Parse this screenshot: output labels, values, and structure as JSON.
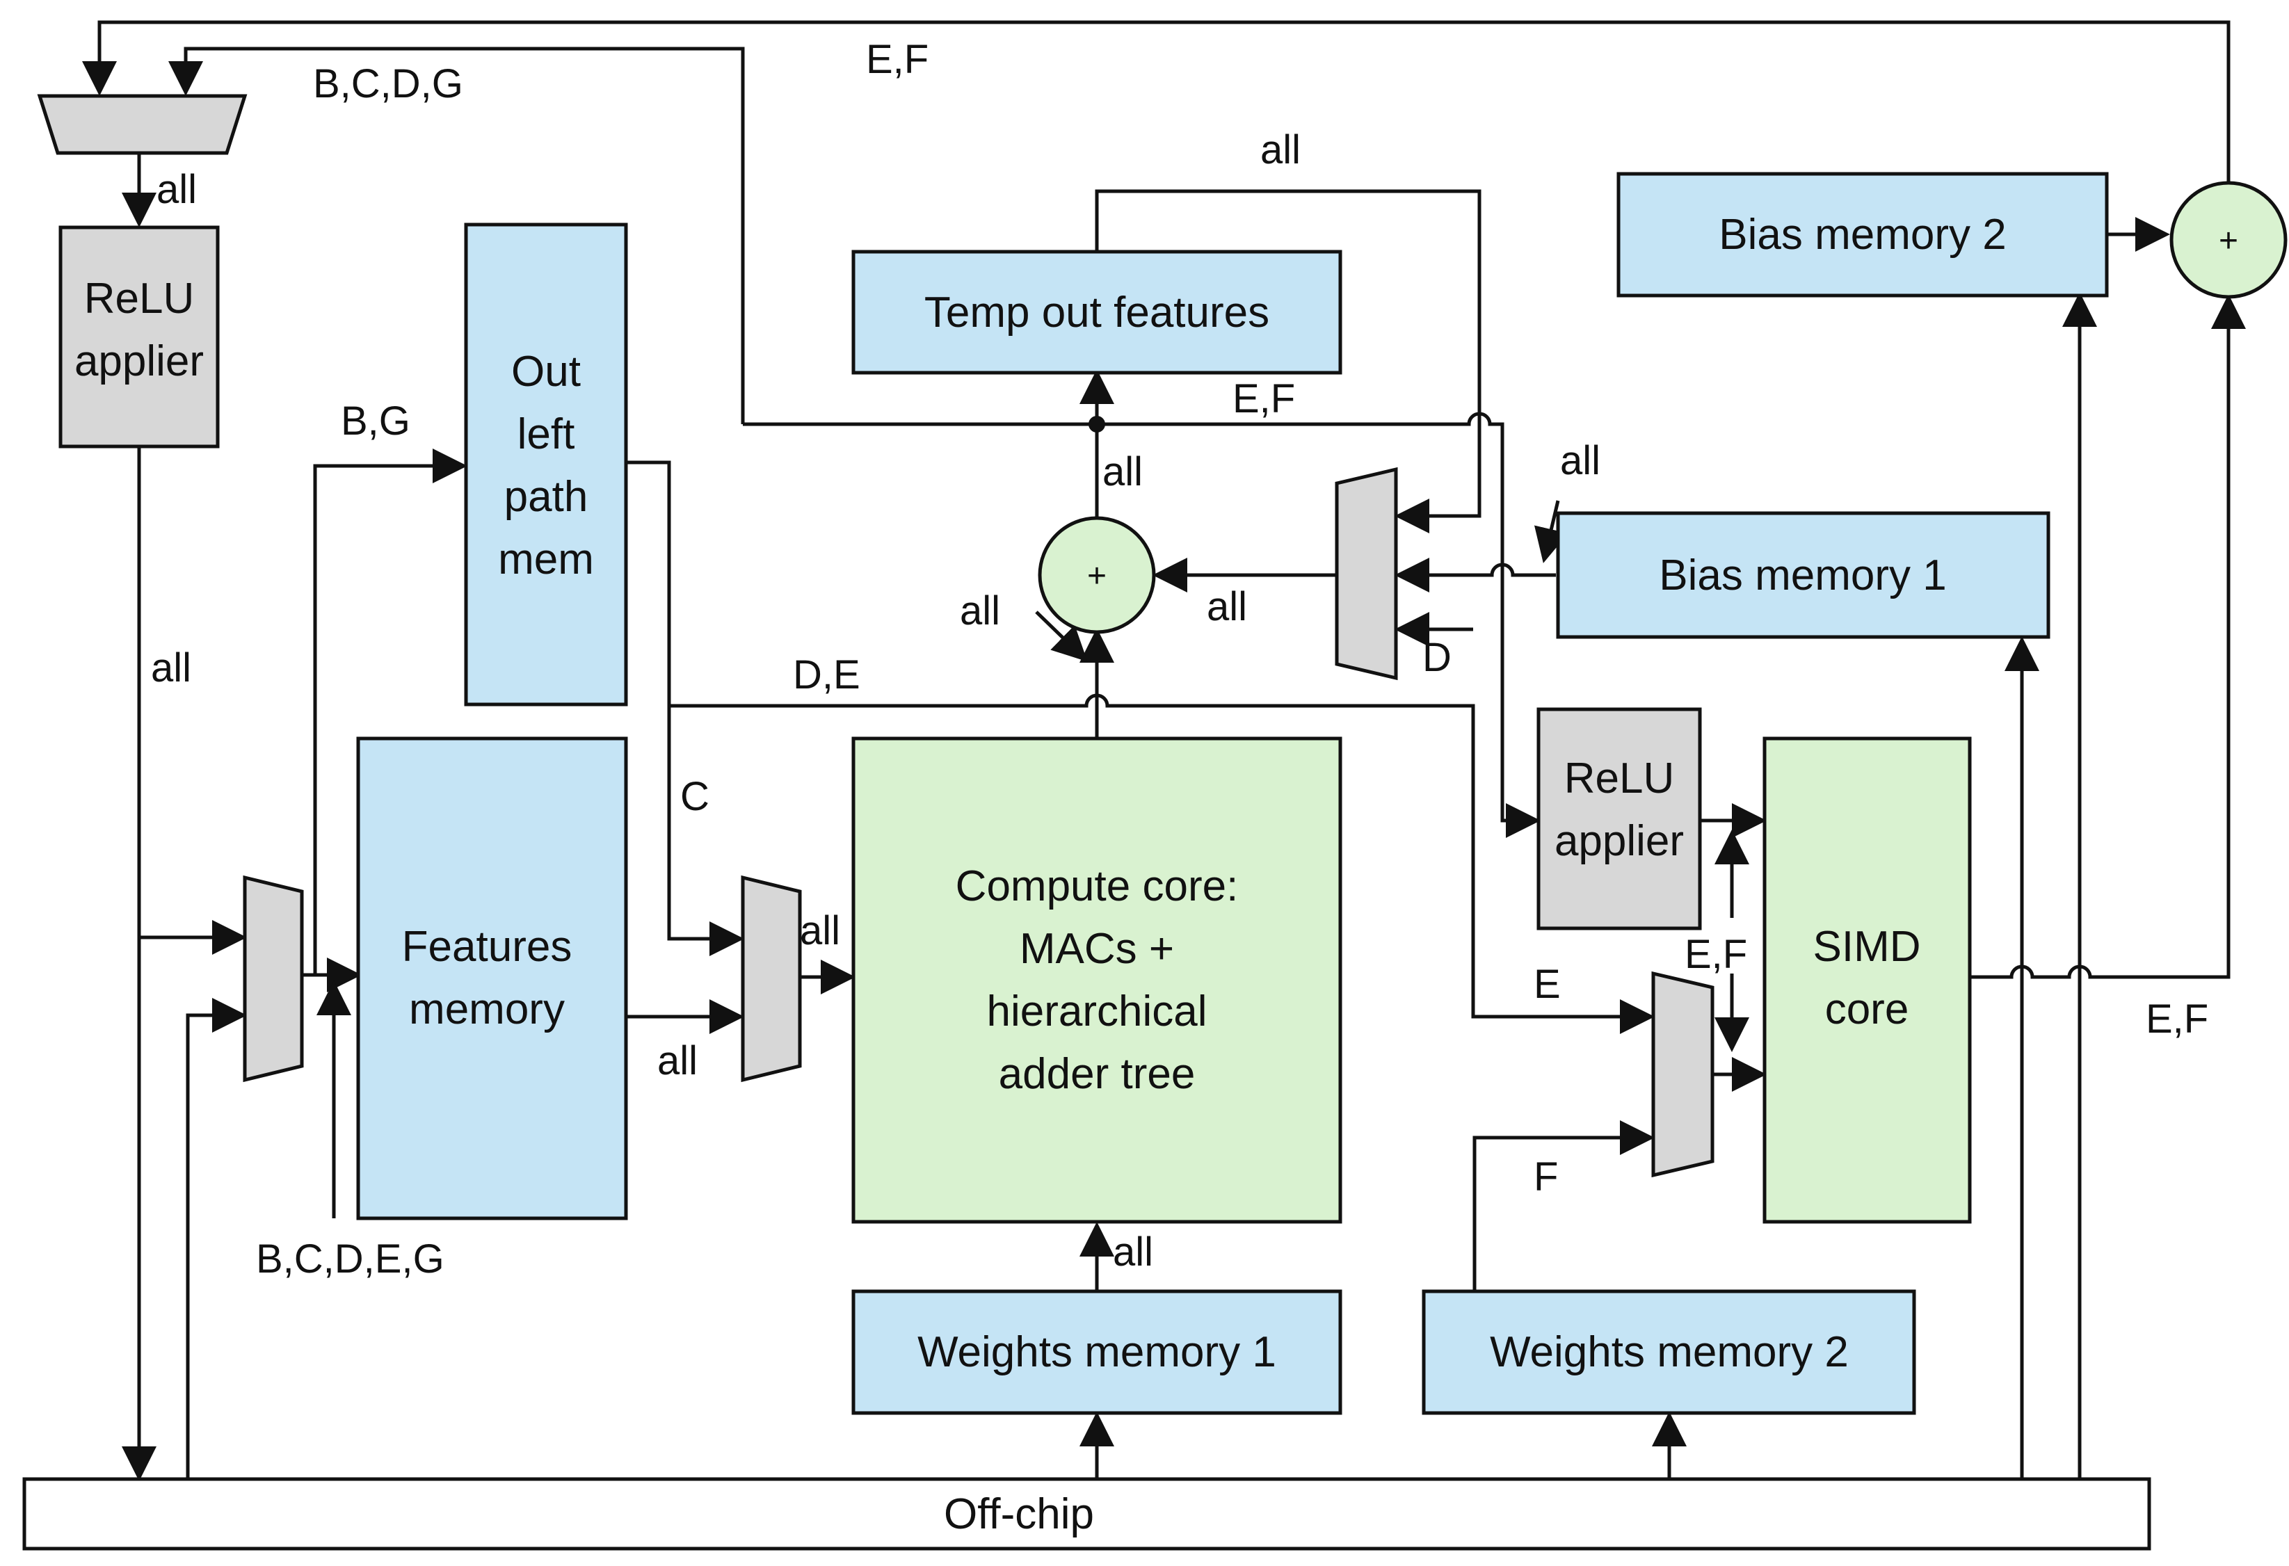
{
  "blocks": {
    "relu_left": {
      "lines": [
        "ReLU",
        "applier"
      ]
    },
    "out_left": {
      "lines": [
        "Out",
        "left",
        "path",
        "mem"
      ]
    },
    "features": {
      "lines": [
        "Features",
        "memory"
      ]
    },
    "temp_out": {
      "lines": [
        "Temp out features"
      ]
    },
    "compute": {
      "lines": [
        "Compute core:",
        "MACs +",
        "hierarchical",
        "adder tree"
      ]
    },
    "weights1": {
      "lines": [
        "Weights memory 1"
      ]
    },
    "weights2": {
      "lines": [
        "Weights memory 2"
      ]
    },
    "bias1": {
      "lines": [
        "Bias memory 1"
      ]
    },
    "bias2": {
      "lines": [
        "Bias memory 2"
      ]
    },
    "relu_right": {
      "lines": [
        "ReLU",
        "applier"
      ]
    },
    "simd": {
      "lines": [
        "SIMD",
        "core"
      ]
    },
    "offchip": {
      "lines": [
        "Off-chip"
      ]
    }
  },
  "adders": {
    "symbol": "+"
  },
  "labels": {
    "top_bcdg": "B,C,D,G",
    "top_ef": "E,F",
    "relu_in_all": "all",
    "left_all": "all",
    "bg": "B,G",
    "bcdeg": "B,C,D,E,G",
    "c": "C",
    "de": "D,E",
    "feat_all": "all",
    "core_in_all": "all",
    "adder_out_all": "all",
    "adder_in_left_all": "all",
    "adder_in_right_all": "all",
    "temp_all": "all",
    "ef_mid": "E,F",
    "bias1_all": "all",
    "d": "D",
    "e": "E",
    "f": "F",
    "ef_simd": "E,F",
    "ef_right": "E,F",
    "weights_all": "all"
  }
}
